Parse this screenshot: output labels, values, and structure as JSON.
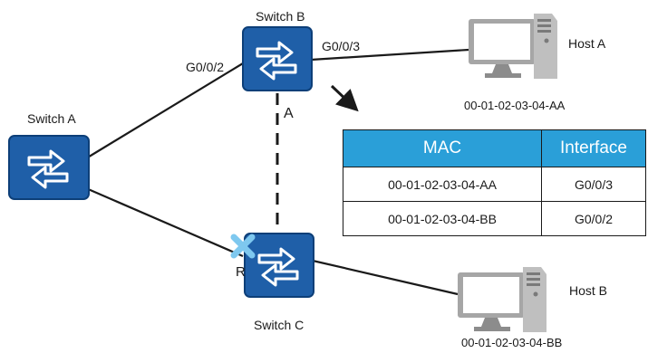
{
  "switches": {
    "a": {
      "label": "Switch A"
    },
    "b": {
      "label": "Switch B"
    },
    "c": {
      "label": "Switch C"
    }
  },
  "ports": {
    "b_to_a": "G0/0/2",
    "b_to_host_a": "G0/0/3",
    "b_to_c_link": "A",
    "c_blocked": "R"
  },
  "hosts": {
    "a": {
      "label": "Host A",
      "mac": "00-01-02-03-04-AA"
    },
    "b": {
      "label": "Host B",
      "mac": "00-01-02-03-04-BB"
    }
  },
  "mac_table": {
    "headers": [
      "MAC",
      "Interface"
    ],
    "rows": [
      {
        "mac": "00-01-02-03-04-AA",
        "interface": "G0/0/3"
      },
      {
        "mac": "00-01-02-03-04-BB",
        "interface": "G0/0/2"
      }
    ]
  },
  "colors": {
    "switch_fill": "#1f5fa8",
    "switch_edge": "#0d3f78",
    "table_header": "#2a9fd8",
    "blocked_mark": "#7ec8ef",
    "host_gray": "#a6a6a6"
  },
  "icons": {
    "switch": "switch-icon",
    "host": "desktop-computer-icon",
    "blocked": "blocked-x-icon",
    "arrow": "arrow-down-right-icon"
  }
}
